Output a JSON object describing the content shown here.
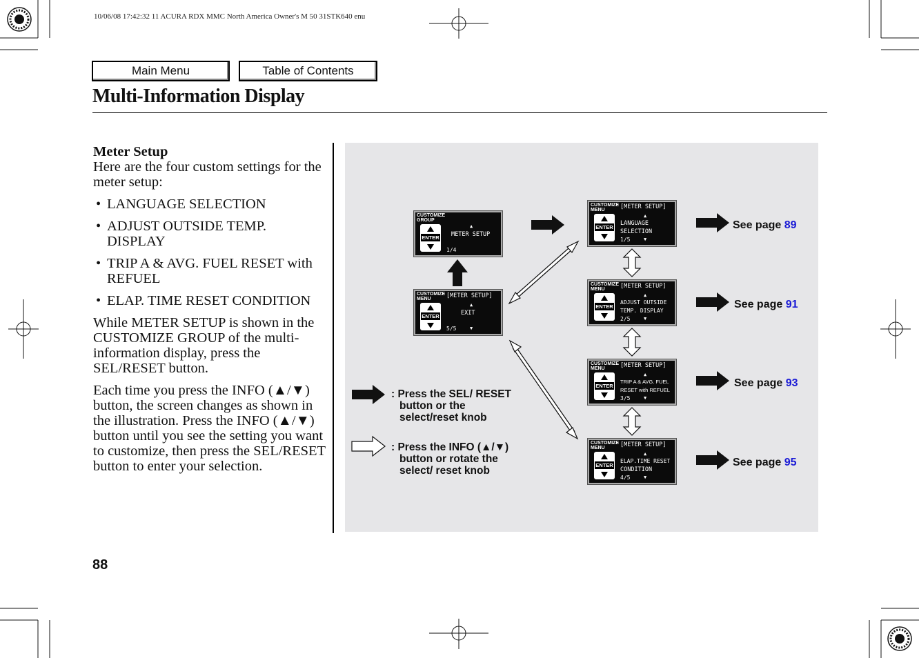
{
  "print_header": "10/06/08 17:42:32    11 ACURA RDX MMC North America Owner's M 50 31STK640 enu",
  "nav": {
    "main_menu": "Main Menu",
    "toc": "Table of Contents"
  },
  "title": "Multi-Information Display",
  "left": {
    "heading": "Meter Setup",
    "intro": "Here are the four custom settings for the meter setup:",
    "bullets": [
      "LANGUAGE SELECTION",
      "ADJUST OUTSIDE TEMP. DISPLAY",
      "TRIP A & AVG. FUEL RESET with REFUEL",
      "ELAP. TIME RESET CONDITION"
    ],
    "para1": "While METER SETUP is shown in the CUSTOMIZE GROUP of the multi-information display, press the SEL/RESET button.",
    "para2": "Each time you press the INFO (▲/▼) button, the screen changes as shown in the illustration. Press the INFO (▲/▼) button until you see the setting you want to customize, then press the SEL/RESET button to enter your selection."
  },
  "screens": {
    "group": {
      "hdr": "CUSTOMIZE\nGROUP",
      "hdr2": "",
      "l1": "METER SETUP",
      "l2": "",
      "pg": "1/4"
    },
    "exit": {
      "hdr": "CUSTOMIZE\nMENU",
      "hdr2": "[METER SETUP]",
      "l1": "EXIT",
      "l2": "",
      "pg": "5/5"
    },
    "lang": {
      "hdr": "CUSTOMIZE\nMENU",
      "hdr2": "[METER SETUP]",
      "l1": "LANGUAGE",
      "l2": "SELECTION",
      "pg": "1/5"
    },
    "temp": {
      "hdr": "CUSTOMIZE\nMENU",
      "hdr2": "[METER SETUP]",
      "l1": "ADJUST OUTSIDE",
      "l2": "TEMP. DISPLAY",
      "pg": "2/5"
    },
    "trip": {
      "hdr": "CUSTOMIZE\nMENU",
      "hdr2": "[METER SETUP]",
      "l1": "TRIP A & AVG. FUEL",
      "l2": "RESET with REFUEL",
      "pg": "3/5"
    },
    "elap": {
      "hdr": "CUSTOMIZE\nMENU",
      "hdr2": "[METER SETUP]",
      "l1": "ELAP.TIME RESET",
      "l2": "CONDITION",
      "pg": "4/5"
    },
    "enter": "ENTER"
  },
  "see_pages": [
    {
      "label": "See page",
      "num": "89"
    },
    {
      "label": "See page",
      "num": "91"
    },
    {
      "label": "See page",
      "num": "93"
    },
    {
      "label": "See page",
      "num": "95"
    }
  ],
  "legend": {
    "sel": ": Press the SEL/ RESET button or the select/reset knob",
    "info": ": Press the INFO (▲/▼) button or rotate the select/ reset knob"
  },
  "page_number": "88"
}
